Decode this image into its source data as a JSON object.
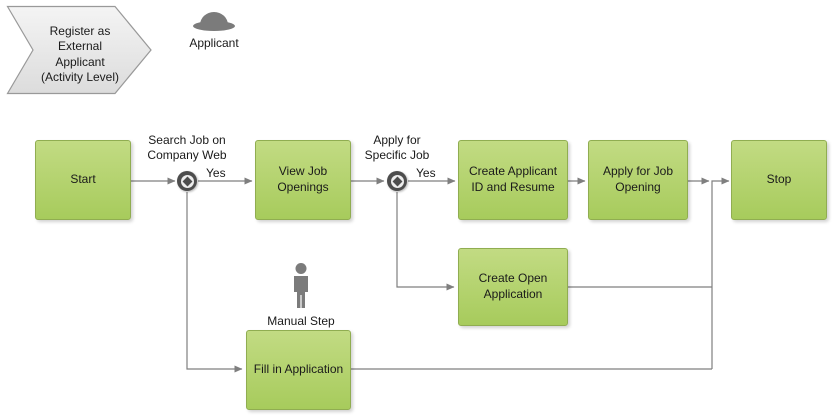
{
  "banner": {
    "title": "Register as\nExternal\nApplicant\n(Activity Level)"
  },
  "actors": {
    "applicant": {
      "label": "Applicant"
    }
  },
  "annotations": {
    "manual_step": {
      "label": "Manual Step"
    }
  },
  "nodes": {
    "start": {
      "label": "Start"
    },
    "view_job_openings": {
      "label": "View Job\nOpenings"
    },
    "create_applicant_id": {
      "label": "Create Applicant\nID and Resume"
    },
    "apply_for_job_opening": {
      "label": "Apply for Job\nOpening"
    },
    "stop": {
      "label": "Stop"
    },
    "create_open_application": {
      "label": "Create Open\nApplication"
    },
    "fill_in_application": {
      "label": "Fill in Application"
    }
  },
  "gateways": {
    "search_job": {
      "question": "Search Job on\nCompany Web",
      "branch_label": "Yes"
    },
    "apply_specific": {
      "question": "Apply for\nSpecific Job",
      "branch_label": "Yes"
    }
  },
  "colors": {
    "node_fill_top": "#c2db83",
    "node_fill_bottom": "#a7cb5c",
    "node_border": "#90ad51",
    "line": "#7f7f7f",
    "banner_border": "#999999",
    "banner_fill_top": "#f4f4f4",
    "banner_fill_bottom": "#dcdcdc",
    "gateway": "#4d4d4d",
    "icon": "#7b7b7b",
    "text": "#1a1a1a"
  }
}
